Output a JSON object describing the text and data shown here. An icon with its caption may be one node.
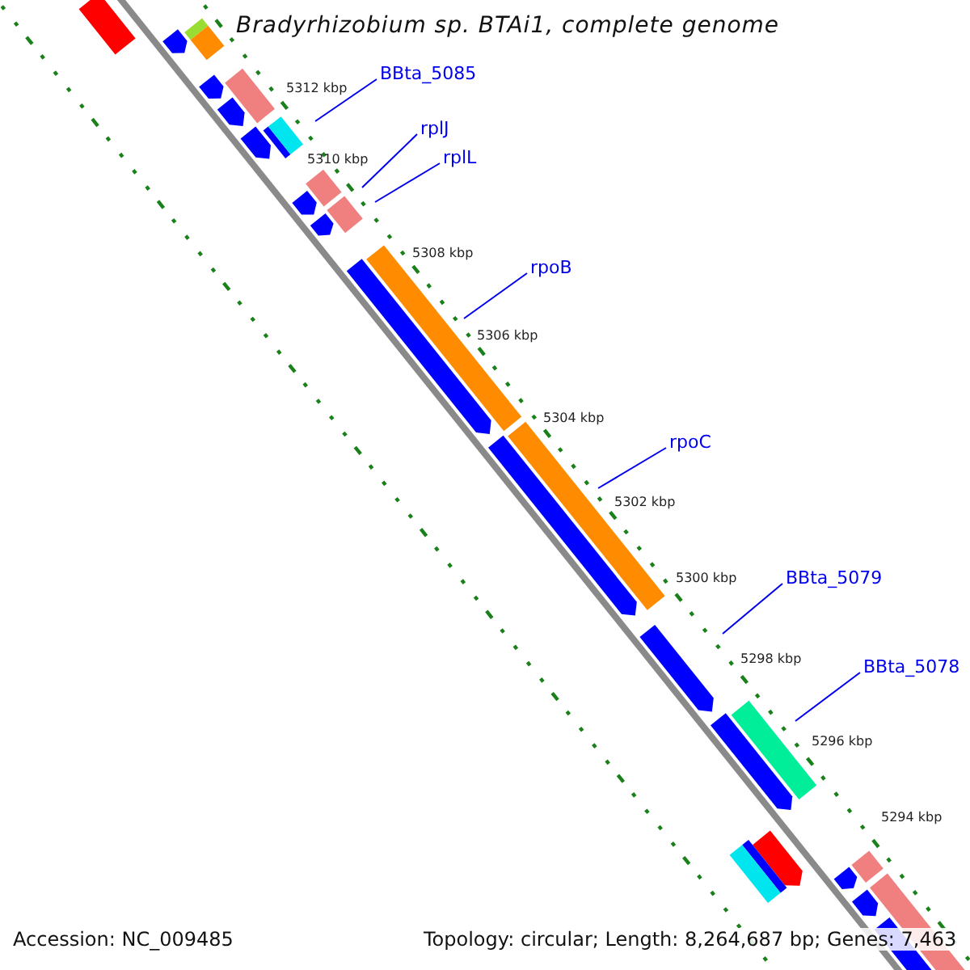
{
  "diagram": {
    "title": "Bradyrhizobium sp. BTAi1, complete genome",
    "nodes": [
      {
        "text": [
          "BBta_5085"
        ]
      },
      {
        "text": [
          "rplJ"
        ]
      },
      {
        "text": [
          "rplL"
        ]
      },
      {
        "text": [
          "rpoB"
        ]
      },
      {
        "text": [
          "rpoC"
        ]
      },
      {
        "text": [
          "BBta_5079"
        ]
      },
      {
        "text": [
          "BBta_5078"
        ]
      }
    ],
    "edges": [
      {
        "from": 0,
        "to": null,
        "arrow": "none"
      },
      {
        "from": 1,
        "to": null,
        "arrow": "none"
      },
      {
        "from": 2,
        "to": null,
        "arrow": "none"
      },
      {
        "from": 3,
        "to": null,
        "arrow": "none"
      },
      {
        "from": 4,
        "to": null,
        "arrow": "none"
      },
      {
        "from": 5,
        "to": null,
        "arrow": "none"
      },
      {
        "from": 6,
        "to": null,
        "arrow": "none"
      }
    ],
    "labels": [
      "5312 kbp",
      "5310 kbp",
      "5308 kbp",
      "5306 kbp",
      "5304 kbp",
      "5302 kbp",
      "5300 kbp",
      "5298 kbp",
      "5296 kbp",
      "5294 kbp",
      "Accession: NC_009485",
      "Topology: circular; Length: 8,264,687 bp; Genes: 7,463"
    ]
  }
}
